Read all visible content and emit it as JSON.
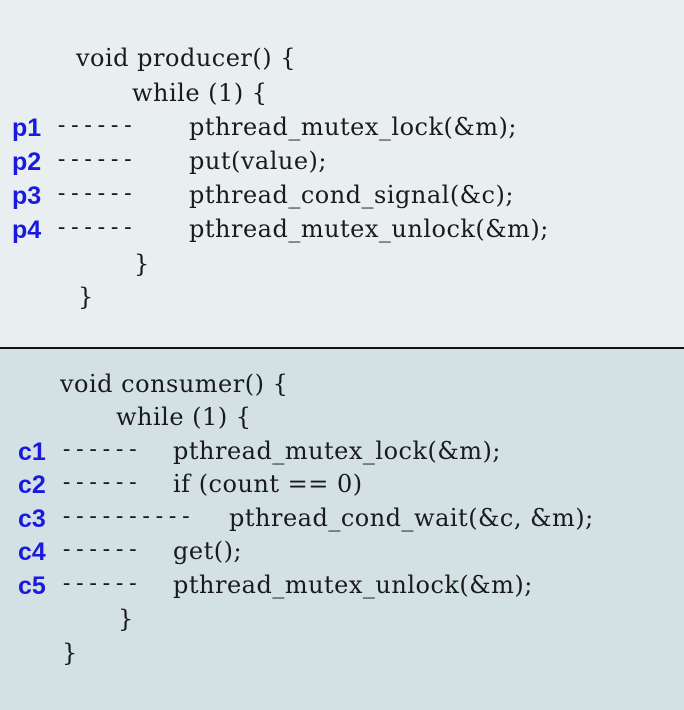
{
  "producer": {
    "header": "void producer() {",
    "loop": "while (1) {",
    "steps": [
      {
        "id": "p1",
        "dashes": "------",
        "code": "pthread_mutex_lock(&m);"
      },
      {
        "id": "p2",
        "dashes": "------",
        "code": "put(value);"
      },
      {
        "id": "p3",
        "dashes": "------",
        "code": "pthread_cond_signal(&c);"
      },
      {
        "id": "p4",
        "dashes": "------",
        "code": "pthread_mutex_unlock(&m);"
      }
    ],
    "loop_close": "}",
    "close": "}"
  },
  "consumer": {
    "header": "void consumer() {",
    "loop": "while (1) {",
    "steps": [
      {
        "id": "c1",
        "dashes": "------",
        "code": "pthread_mutex_lock(&m);"
      },
      {
        "id": "c2",
        "dashes": "------",
        "code": "if (count == 0)"
      },
      {
        "id": "c3",
        "dashes": "----------",
        "code": "pthread_cond_wait(&c, &m);"
      },
      {
        "id": "c4",
        "dashes": "------",
        "code": "get();"
      },
      {
        "id": "c5",
        "dashes": "------",
        "code": "pthread_mutex_unlock(&m);"
      }
    ],
    "loop_close": "}",
    "close": "}"
  },
  "colors": {
    "label": "#1a1adc",
    "producer_bg": "#e9eff1",
    "consumer_bg": "#d3e0e4"
  }
}
